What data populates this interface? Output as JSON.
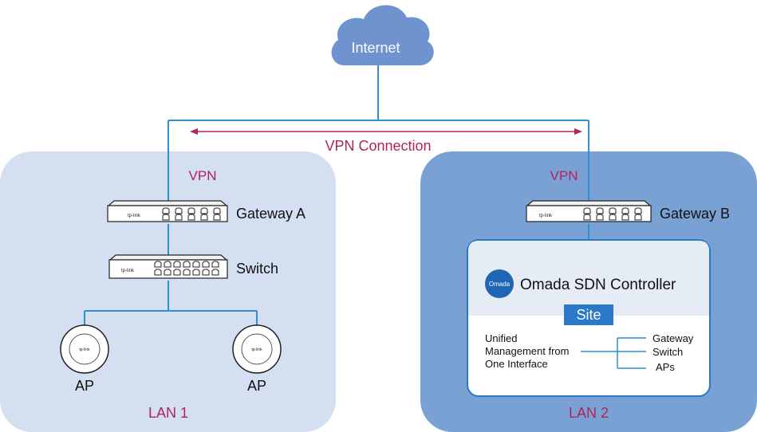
{
  "internet": {
    "label": "Internet"
  },
  "vpn_connection": {
    "label": "VPN Connection"
  },
  "lan1": {
    "label": "LAN 1",
    "vpn_label": "VPN",
    "gateway_label": "Gateway A",
    "switch_label": "Switch",
    "ap_left_label": "AP",
    "ap_right_label": "AP"
  },
  "lan2": {
    "label": "LAN 2",
    "vpn_label": "VPN",
    "gateway_label": "Gateway B",
    "controller": {
      "logo_text": "Omada",
      "title": "Omada SDN Controller",
      "site_label": "Site",
      "management_lines": [
        "Unified",
        "Management from",
        "One Interface"
      ],
      "managed_items": [
        "Gateway",
        "Switch",
        "APs"
      ]
    }
  },
  "device_brand": "tp-link",
  "colors": {
    "lan1_bg": "#d4dff1",
    "lan2_bg": "#7aa1d4",
    "cloud": "#6f93cf",
    "link_line": "#2f8fd0",
    "vpn_text": "#b0245a",
    "controller_border": "#2a78c8",
    "controller_header": "#e6ecf6",
    "site_badge": "#2a78c8"
  }
}
